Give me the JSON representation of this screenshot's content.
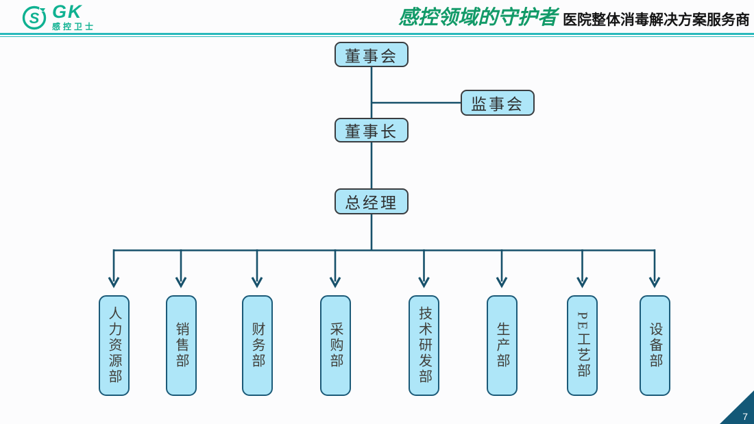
{
  "header": {
    "logo": {
      "icon": "gk-ring-icon",
      "wordmark": "GK",
      "subtitle": "感控卫士"
    },
    "slogan_script": "感控领域的守护者",
    "slogan_bold": "医院整体消毒解决方案服务商"
  },
  "org_chart": {
    "board": "董事会",
    "supervisory": "监事会",
    "chairman": "董事长",
    "general_manager": "总经理",
    "departments": [
      "人力资源部",
      "销售部",
      "财务部",
      "采购部",
      "技术研发部",
      "生产部",
      "PE工艺部",
      "设备部"
    ]
  },
  "footer": {
    "page_number": "7"
  },
  "colors": {
    "brand_green": "#0fb191",
    "script_green": "#129a68",
    "rule_teal": "#2ab9bb",
    "node_fill": "#aee6f8",
    "node_border_dark": "#3a3d40",
    "dept_border": "#1b5a78",
    "connector_line": "#17516b",
    "corner_triangle": "#135877"
  }
}
